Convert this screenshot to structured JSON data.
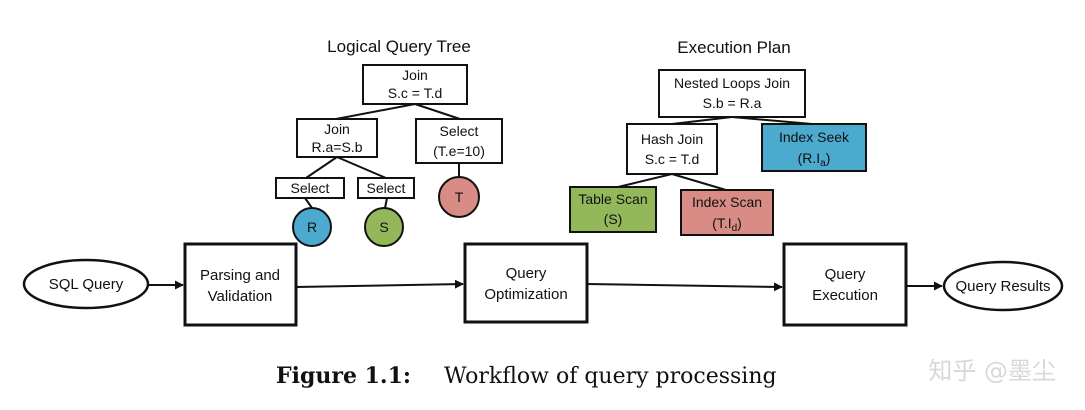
{
  "logical_tree": {
    "title": "Logical Query Tree",
    "join_root": {
      "line1": "Join",
      "line2": "S.c = T.d"
    },
    "join_left": {
      "line1": "Join",
      "line2": "R.a=S.b"
    },
    "select_right": {
      "line1": "Select",
      "line2": "(T.e=10)"
    },
    "select_r": "Select",
    "select_s": "Select",
    "table_r": "R",
    "table_s": "S",
    "table_t": "T"
  },
  "execution_plan": {
    "title": "Execution Plan",
    "nested_loops_join": {
      "line1": "Nested Loops Join",
      "line2": "S.b = R.a"
    },
    "hash_join": {
      "line1": "Hash Join",
      "line2": "S.c = T.d"
    },
    "index_seek": {
      "line1": "Index Seek",
      "line2_prefix": "(R.I",
      "line2_sub": "a",
      "line2_suffix": ")"
    },
    "table_scan": {
      "line1": "Table Scan",
      "line2": "(S)"
    },
    "index_scan": {
      "line1": "Index Scan",
      "line2_prefix": "(T.I",
      "line2_sub": "d",
      "line2_suffix": ")"
    }
  },
  "workflow": {
    "input": "SQL Query",
    "parsing": {
      "line1": "Parsing and",
      "line2": "Validation"
    },
    "optimization": {
      "line1": "Query",
      "line2": "Optimization"
    },
    "execution": {
      "line1": "Query",
      "line2": "Execution"
    },
    "output": "Query Results"
  },
  "caption": {
    "label": "Figure 1.1:",
    "text": "Workflow of query processing"
  },
  "watermark": "知乎 @墨尘",
  "colors": {
    "table_r": "#4baacd",
    "table_s": "#93b85a",
    "table_t": "#d98b85",
    "index_seek": "#4baacd",
    "table_scan": "#93b85a",
    "index_scan": "#d98b85"
  }
}
